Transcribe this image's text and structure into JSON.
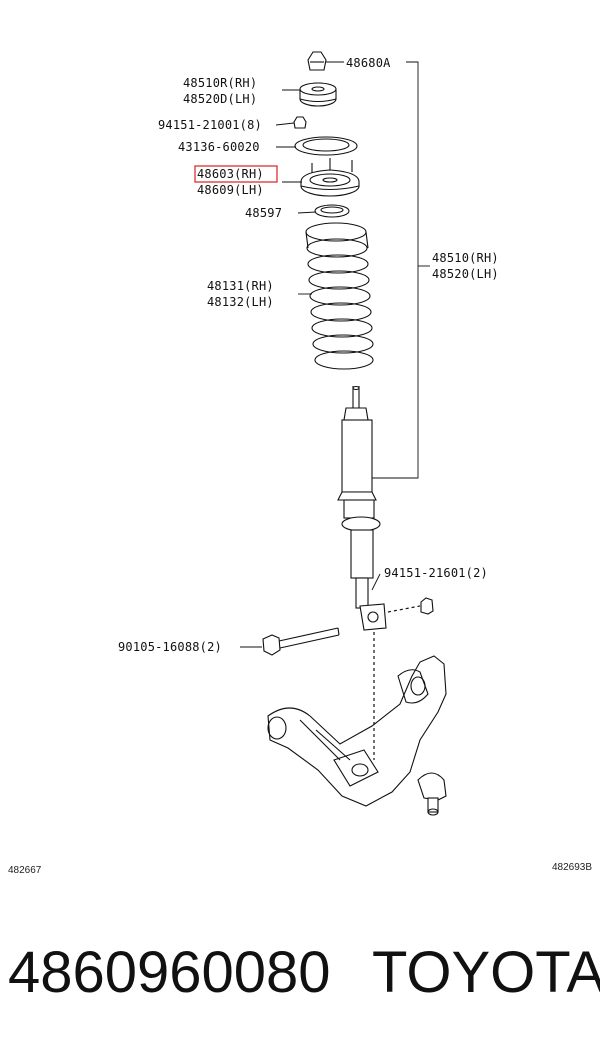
{
  "callouts": [
    {
      "id": "48680A",
      "lines": [
        "48680A"
      ]
    },
    {
      "id": "48510R",
      "lines": [
        "48510R(RH)",
        "48520D(LH)"
      ]
    },
    {
      "id": "94151-21001",
      "lines": [
        "94151-21001(8)"
      ]
    },
    {
      "id": "43136-60020",
      "lines": [
        "43136-60020"
      ]
    },
    {
      "id": "48603",
      "lines": [
        "48603(RH)",
        "48609(LH)"
      ],
      "highlighted": true
    },
    {
      "id": "48597",
      "lines": [
        "48597"
      ]
    },
    {
      "id": "48131",
      "lines": [
        "48131(RH)",
        "48132(LH)"
      ]
    },
    {
      "id": "48510",
      "lines": [
        "48510(RH)",
        "48520(LH)"
      ]
    },
    {
      "id": "94151-21601",
      "lines": [
        "94151-21601(2)"
      ]
    },
    {
      "id": "90105-16088",
      "lines": [
        "90105-16088(2)"
      ]
    }
  ],
  "corner_codes": {
    "left": "482667",
    "right": "482693B"
  },
  "footer": {
    "part_number": "4860960080",
    "brand": "TOYOTA"
  },
  "colors": {
    "line": "#111111",
    "highlight": "#d9332f",
    "background": "#ffffff"
  }
}
